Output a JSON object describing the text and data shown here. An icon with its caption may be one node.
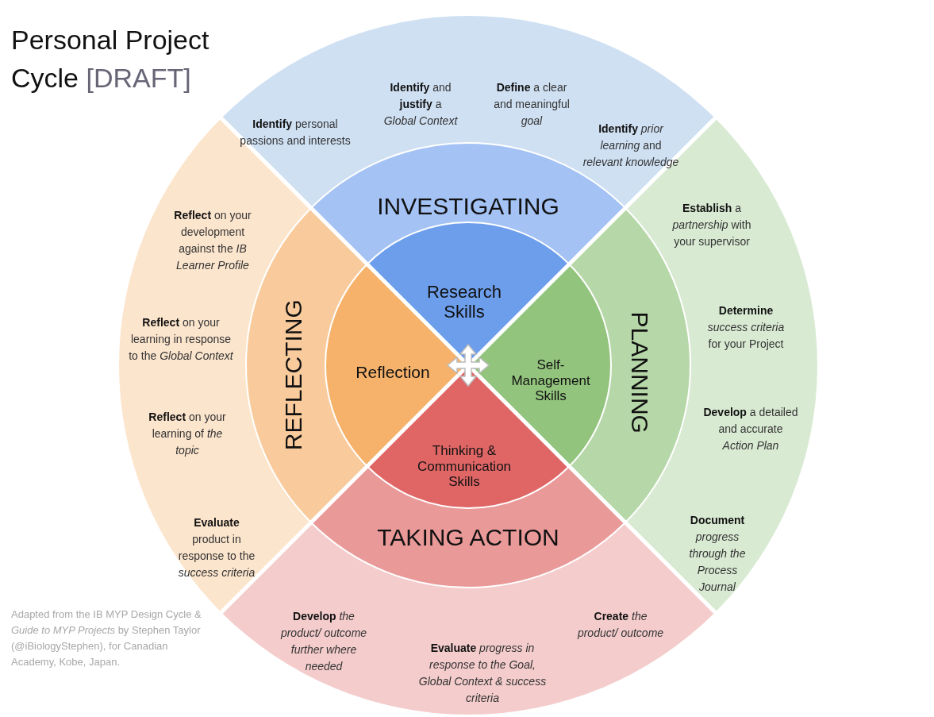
{
  "diagram": {
    "title": "Personal Project Cycle",
    "nodes": [
      {
        "text": [
          "**Identify** personal passions and interests",
          "**Identify** and **justify** a *Global Context*",
          "**Define** a clear and meaningful *goal*",
          "**Identify** *prior learning* and *relevant knowledge*"
        ]
      },
      {
        "text": [
          "INVESTIGATING"
        ]
      },
      {
        "text": [
          "Research Skills"
        ]
      },
      {
        "text": [
          "**Establish** a *partnership* with your supervisor",
          "**Determine** *success criteria* for your Project",
          "**Develop** a detailed and accurate *Action Plan*",
          "**Document** *progress through the Process Journal*"
        ]
      },
      {
        "text": [
          "PLANNING"
        ]
      },
      {
        "text": [
          "Self-Management Skills"
        ]
      },
      {
        "text": [
          "**Develop** *the product/ outcome further where needed*",
          "**Evaluate** *progress in response to the Goal, Global Context & success criteria*",
          "**Create** *the product/ outcome*"
        ]
      },
      {
        "text": [
          "TAKING ACTION"
        ]
      },
      {
        "text": [
          "Thinking & Communication Skills"
        ]
      },
      {
        "text": [
          "**Reflect** on your development against the *IB Learner Profile*",
          "**Reflect** on your learning in response to the *Global Context*",
          "**Reflect** on your learning of *the topic*",
          "**Evaluate** product in response to the *success criteria*"
        ]
      },
      {
        "text": [
          "REFLECTING"
        ]
      },
      {
        "text": [
          "Reflection"
        ]
      }
    ],
    "labels": [
      "[DRAFT]",
      "Adapted from the IB MYP Design Cycle & *Guide to MYP Projects* by Stephen Taylor (@iBiologyStephen), for Canadian Academy, Kobe, Japan."
    ]
  }
}
